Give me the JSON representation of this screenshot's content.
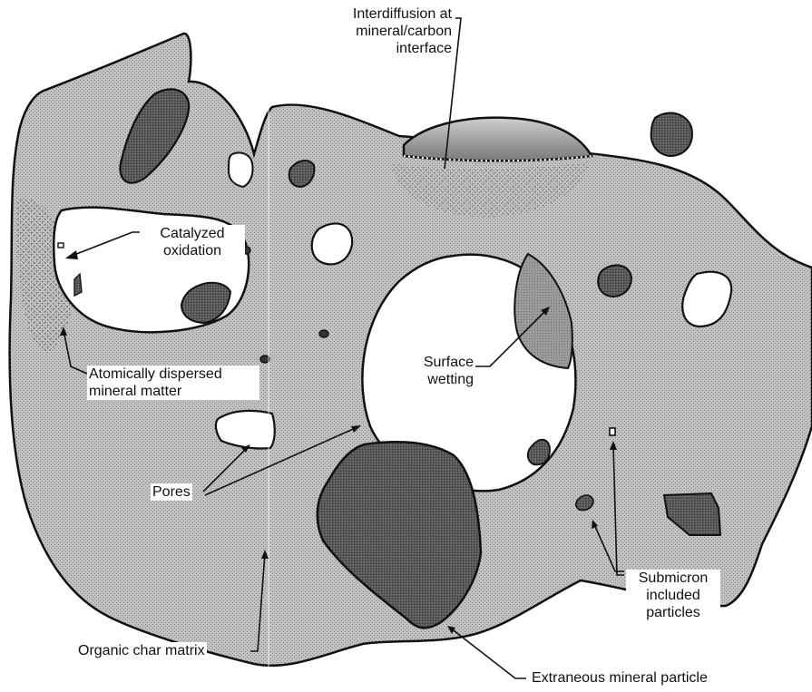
{
  "labels": {
    "interdiffusion": [
      "Interdiffusion at",
      "mineral/carbon",
      "interface"
    ],
    "catalyzed": [
      "Catalyzed",
      "oxidation"
    ],
    "atomically": [
      "Atomically dispersed",
      "mineral matter"
    ],
    "surface_wetting": [
      "Surface",
      "wetting"
    ],
    "pores": "Pores",
    "submicron": [
      "Submicron",
      "included",
      "particles"
    ],
    "organic_char": "Organic char matrix",
    "extraneous": "Extraneous mineral particle"
  },
  "colors": {
    "matrix": "#b9b9b9",
    "mineral": "#585858",
    "mineral_light": "#9a9a9a",
    "pore": "#ffffff",
    "outline": "#111111"
  }
}
